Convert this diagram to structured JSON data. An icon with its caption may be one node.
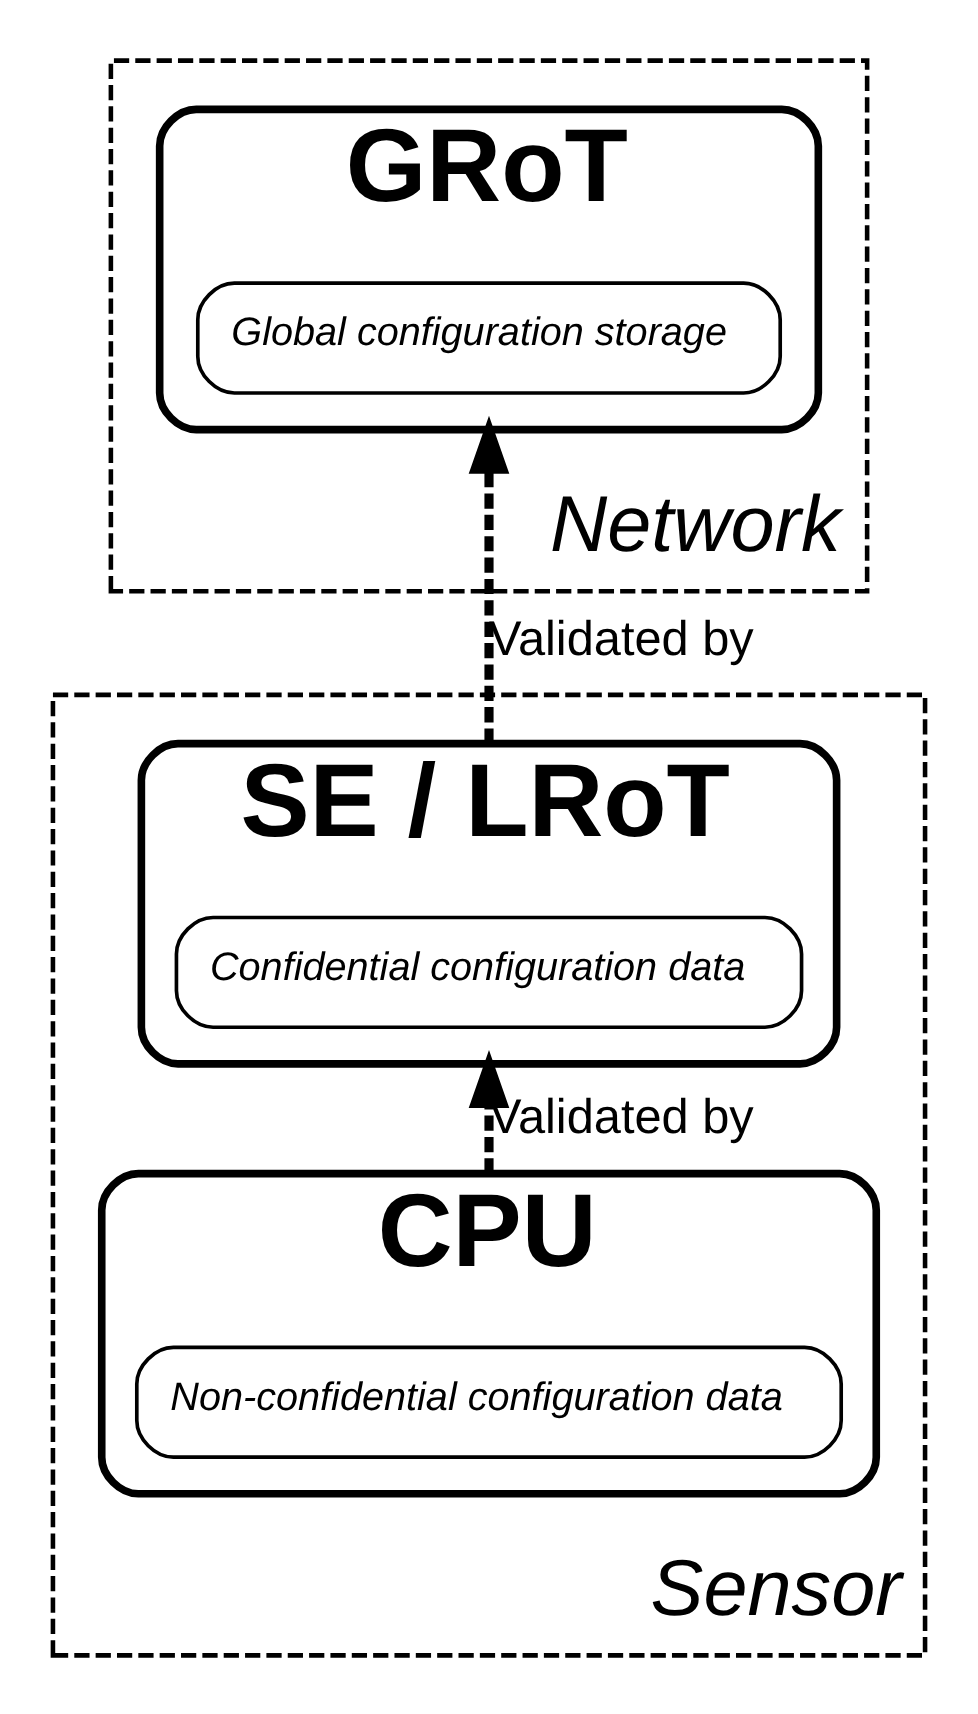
{
  "diagram": {
    "nodes": [
      {
        "text": [
          "Network"
        ]
      },
      {
        "text": [
          "GRoT"
        ],
        "in": 0
      },
      {
        "text": [
          "Global configuration storage"
        ],
        "in": 1
      },
      {
        "text": [
          "Sensor"
        ]
      },
      {
        "text": [
          "SE / LRoT"
        ],
        "in": 3
      },
      {
        "text": [
          "Confidential configuration data"
        ],
        "in": 4
      },
      {
        "text": [
          "CPU"
        ],
        "in": 3
      },
      {
        "text": [
          "Non-confidential configuration data"
        ],
        "in": 6
      }
    ],
    "edges": [
      {
        "from": 4,
        "to": 1,
        "arrow": "to",
        "label": "Validated by",
        "style": "dashed"
      },
      {
        "from": 6,
        "to": 4,
        "arrow": "to",
        "label": "Validated by",
        "style": "dashed"
      }
    ]
  }
}
